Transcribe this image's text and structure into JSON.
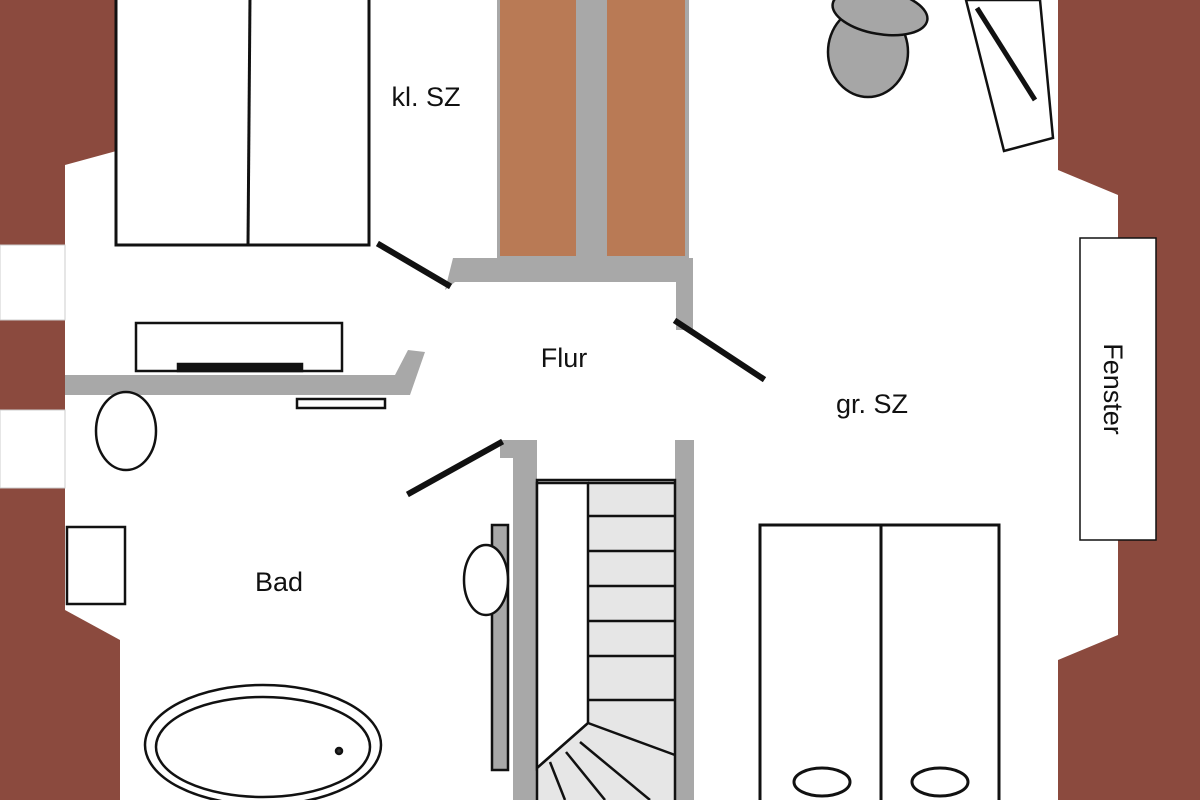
{
  "rooms": {
    "small_bedroom": "kl. SZ",
    "hall": "Flur",
    "large_bedroom": "gr. SZ",
    "bathroom": "Bad"
  },
  "window_label": "Fenster",
  "colors": {
    "outer_wall": "#8b4a3e",
    "inner_wall": "#a8a8a8",
    "chimney": "#b97a55",
    "outline": "#111111",
    "floor": "#ffffff",
    "stair_tread": "#e6e6e6",
    "toilet": "#a6a6a6"
  }
}
